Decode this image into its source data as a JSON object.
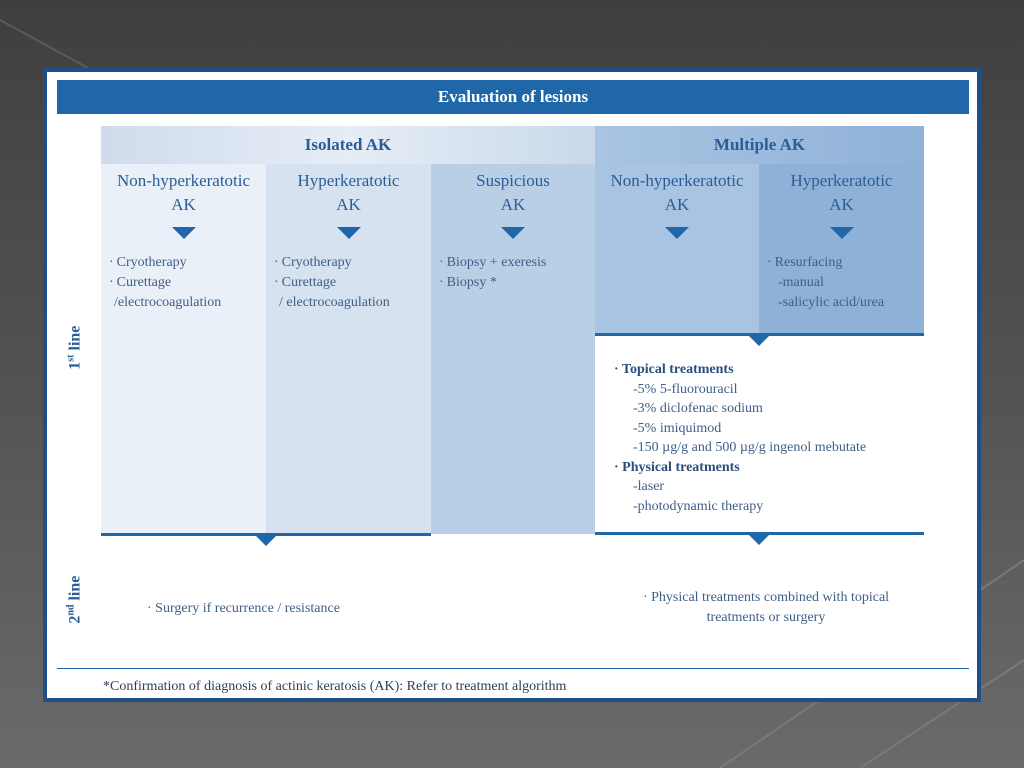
{
  "title": "Evaluation of lesions",
  "groups": {
    "isolated": "Isolated AK",
    "multiple": "Multiple AK"
  },
  "columns": [
    {
      "title_line1": "Non-hyperkeratotic",
      "title_line2": "AK",
      "items": [
        "Cryotherapy",
        "Curettage",
        "/electrocoagulation"
      ]
    },
    {
      "title_line1": "Hyperkeratotic",
      "title_line2": "AK",
      "items": [
        "Cryotherapy",
        "Curettage",
        "/ electrocoagulation"
      ]
    },
    {
      "title_line1": "Suspicious",
      "title_line2": "AK",
      "items": [
        "Biopsy + exeresis",
        "Biopsy *"
      ]
    },
    {
      "title_line1": "Non-hyperkeratotic",
      "title_line2": "AK",
      "items": []
    },
    {
      "title_line1": "Hyperkeratotic",
      "title_line2": "AK",
      "items": [
        "Resurfacing",
        "-manual",
        "-salicylic acid/urea"
      ]
    }
  ],
  "multiple_treatments": {
    "topical_heading": "Topical treatments",
    "topical": [
      "-5% 5-fluorouracil",
      "-3% diclofenac sodium",
      "-5% imiquimod",
      "-150 µg/g and 500 µg/g ingenol mebutate"
    ],
    "physical_heading": "Physical treatments",
    "physical": [
      "-laser",
      "-photodynamic therapy"
    ]
  },
  "side_labels": {
    "first_num": "1",
    "first_sup": "st",
    "first_text": " line",
    "second_num": "2",
    "second_sup": "nd",
    "second_text": " line"
  },
  "second_line": {
    "left": "· Surgery if recurrence / resistance",
    "right_line1": "· Physical treatments combined with topical",
    "right_line2": "treatments or surgery"
  },
  "footnote": "*Confirmation of diagnosis of actinic keratosis (AK): Refer to treatment algorithm",
  "colors": {
    "accent": "#1f67a8",
    "text": "#2a5d97"
  }
}
